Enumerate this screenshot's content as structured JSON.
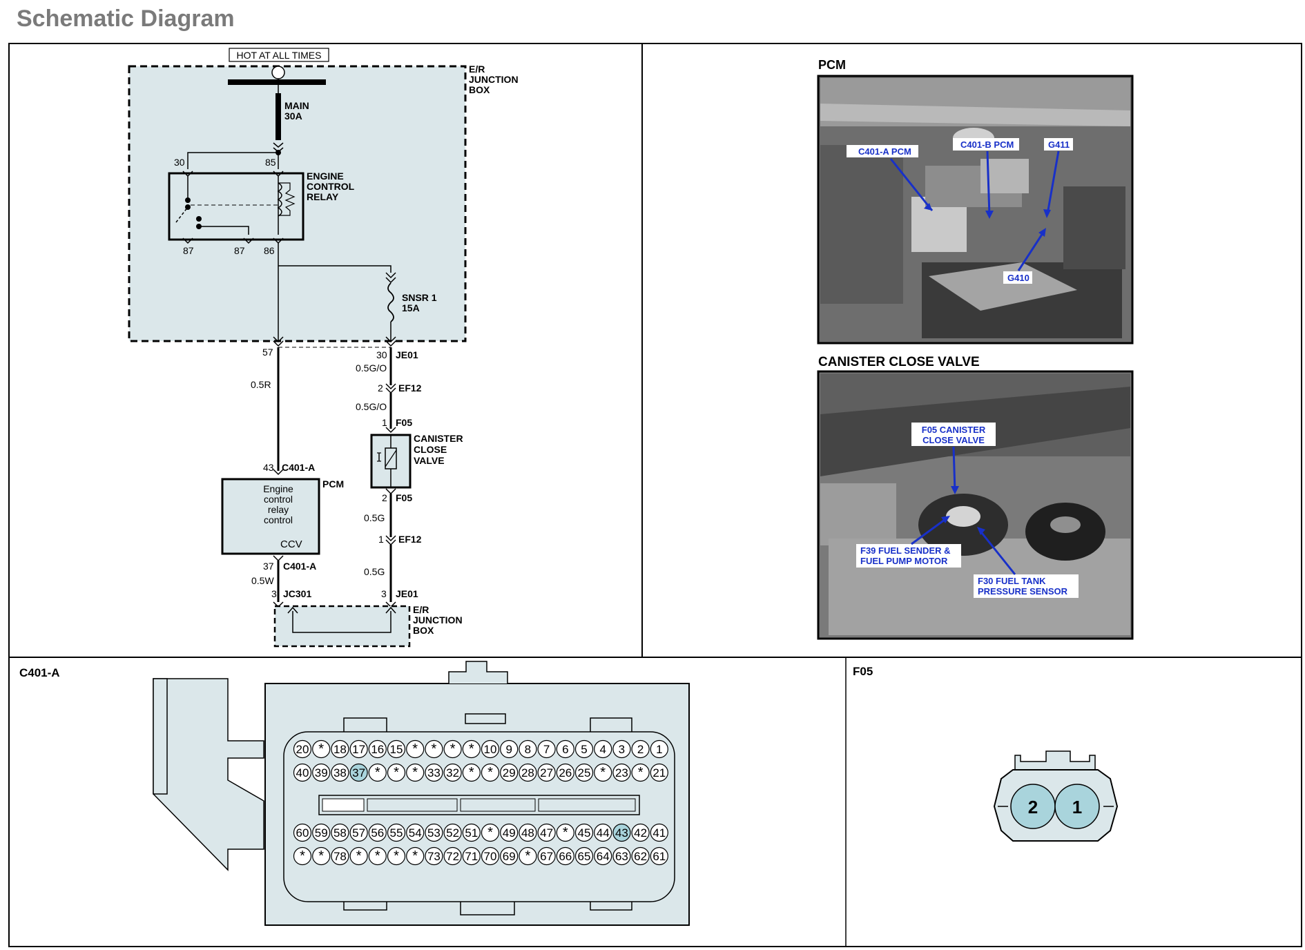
{
  "page": {
    "title": "Schematic Diagram"
  },
  "schematic": {
    "hot_label": "HOT AT ALL TIMES",
    "er_junction_box_top": [
      "E/R",
      "JUNCTION",
      "BOX"
    ],
    "main_fuse": [
      "MAIN",
      "30A"
    ],
    "relay_name": [
      "ENGINE",
      "CONTROL",
      "RELAY"
    ],
    "relay_pins": {
      "p30": "30",
      "p85": "85",
      "p87a": "87",
      "p87b": "87",
      "p86": "86"
    },
    "snsr_fuse": [
      "SNSR  1",
      "15A"
    ],
    "pin57": "57",
    "wire_05R": "0.5R",
    "pin30": "30",
    "je01_top": "JE01",
    "wire_05GO_1": "0.5G/O",
    "pin2_ef12": "2",
    "ef12_top": "EF12",
    "wire_05GO_2": "0.5G/O",
    "pin1_f05": "1",
    "f05_top": "F05",
    "canister_valve": [
      "CANISTER",
      "CLOSE",
      "VALVE"
    ],
    "pin43": "43",
    "c401a_top": "C401-A",
    "pcm_label": "PCM",
    "pcm_text": [
      "Engine",
      "control",
      "relay",
      "control"
    ],
    "ccv": "CCV",
    "pin2_f05": "2",
    "f05_bottom": "F05",
    "wire_05G_1": "0.5G",
    "pin1_ef12": "1",
    "ef12_bottom": "EF12",
    "pin37": "37",
    "c401a_bottom": "C401-A",
    "wire_05W": "0.5W",
    "wire_05G_2": "0.5G",
    "pin3_jc": "3",
    "jc301": "JC301",
    "pin3_je": "3",
    "je01_bottom": "JE01",
    "er_junction_box_bottom": [
      "E/R",
      "JUNCTION",
      "BOX"
    ]
  },
  "photos": {
    "pcm_heading": "PCM",
    "pcm_callouts": {
      "c401a": "C401-A PCM",
      "c401b": "C401-B PCM",
      "g411": "G411",
      "g410": "G410"
    },
    "canister_heading": "CANISTER CLOSE VALVE",
    "canister_callouts": {
      "f05": [
        "F05 CANISTER",
        "CLOSE VALVE"
      ],
      "f39": [
        "F39 FUEL SENDER &",
        "FUEL PUMP MOTOR"
      ],
      "f30": [
        "F30 FUEL TANK",
        "PRESSURE SENSOR"
      ]
    }
  },
  "connectors": {
    "c401a_label": "C401-A",
    "c401a_rows": [
      [
        "20",
        "*",
        "18",
        "17",
        "16",
        "15",
        "*",
        "*",
        "*",
        "*",
        "10",
        "9",
        "8",
        "7",
        "6",
        "5",
        "4",
        "3",
        "2",
        "1"
      ],
      [
        "40",
        "39",
        "38",
        "37",
        "*",
        "*",
        "*",
        "33",
        "32",
        "*",
        "*",
        "29",
        "28",
        "27",
        "26",
        "25",
        "*",
        "23",
        "*",
        "21"
      ],
      [
        "60",
        "59",
        "58",
        "57",
        "56",
        "55",
        "54",
        "53",
        "52",
        "51",
        "*",
        "49",
        "48",
        "47",
        "*",
        "45",
        "44",
        "43",
        "42",
        "41"
      ],
      [
        "*",
        "*",
        "78",
        "*",
        "*",
        "*",
        "*",
        "73",
        "72",
        "71",
        "70",
        "69",
        "*",
        "67",
        "66",
        "65",
        "64",
        "63",
        "62",
        "61"
      ]
    ],
    "c401a_highlighted": [
      "37",
      "43"
    ],
    "f05_label": "F05",
    "f05_pins": [
      "2",
      "1"
    ]
  },
  "colors": {
    "box_fill": "#dbe7ea",
    "pin_highlight": "#a9d4dc",
    "callout_blue": "#1830c8",
    "title_gray": "#7a7a7a"
  }
}
